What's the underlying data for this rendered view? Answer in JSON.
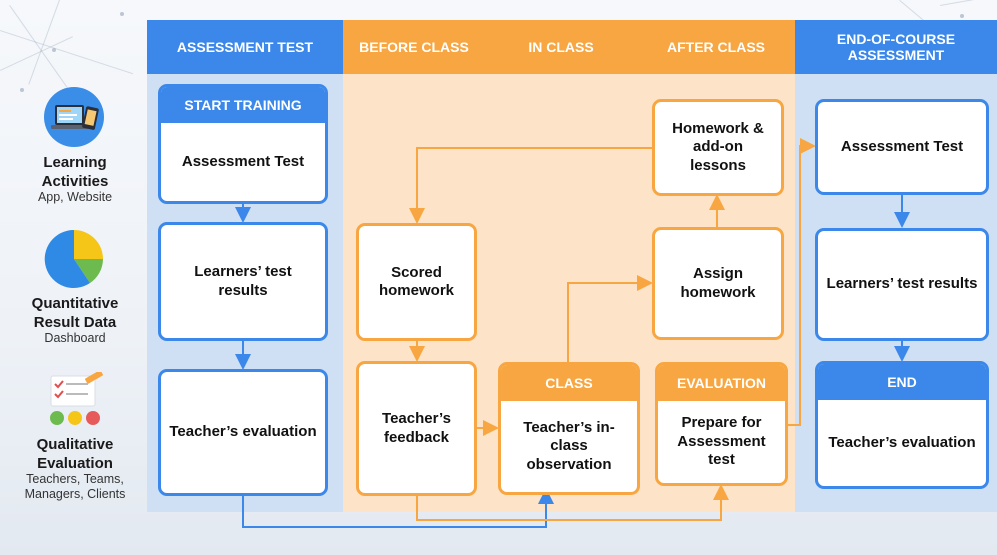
{
  "legend": [
    {
      "title": "Learning Activities",
      "subtitle": "App, Website",
      "icon": "laptop-phone-icon"
    },
    {
      "title": "Quantitative Result Data",
      "subtitle": "Dashboard",
      "icon": "pie-chart-icon"
    },
    {
      "title": "Qualitative Evaluation",
      "subtitle": "Teachers, Teams, Managers, Clients",
      "icon": "feedback-checklist-icon"
    }
  ],
  "headers": {
    "assessment_test": "ASSESSMENT TEST",
    "before_class": "BEFORE CLASS",
    "in_class": "IN CLASS",
    "after_class": "AFTER CLASS",
    "end_of_course": "END-OF-COURSE ASSESSMENT"
  },
  "nodes": {
    "start_training_caption": "START TRAINING",
    "start_training_body": "Assessment Test",
    "learners_results_1": "Learners’ test results",
    "teachers_evaluation_1": "Teacher’s evaluation",
    "scored_homework": "Scored homework",
    "teachers_feedback": "Teacher’s feedback",
    "class_caption": "CLASS",
    "class_body": "Teacher’s in-class observation",
    "homework_addon": "Homework & add-on lessons",
    "assign_homework": "Assign homework",
    "evaluation_caption": "EVALUATION",
    "evaluation_body": "Prepare for Assessment test",
    "end_assessment_test": "Assessment Test",
    "learners_results_2": "Learners’ test results",
    "end_caption": "END",
    "end_body": "Teacher’s evaluation"
  },
  "colors": {
    "blue": "#3b88ea",
    "orange": "#f7a641",
    "blue_panel": "#cfe0f5",
    "orange_panel": "#fde3c7"
  }
}
